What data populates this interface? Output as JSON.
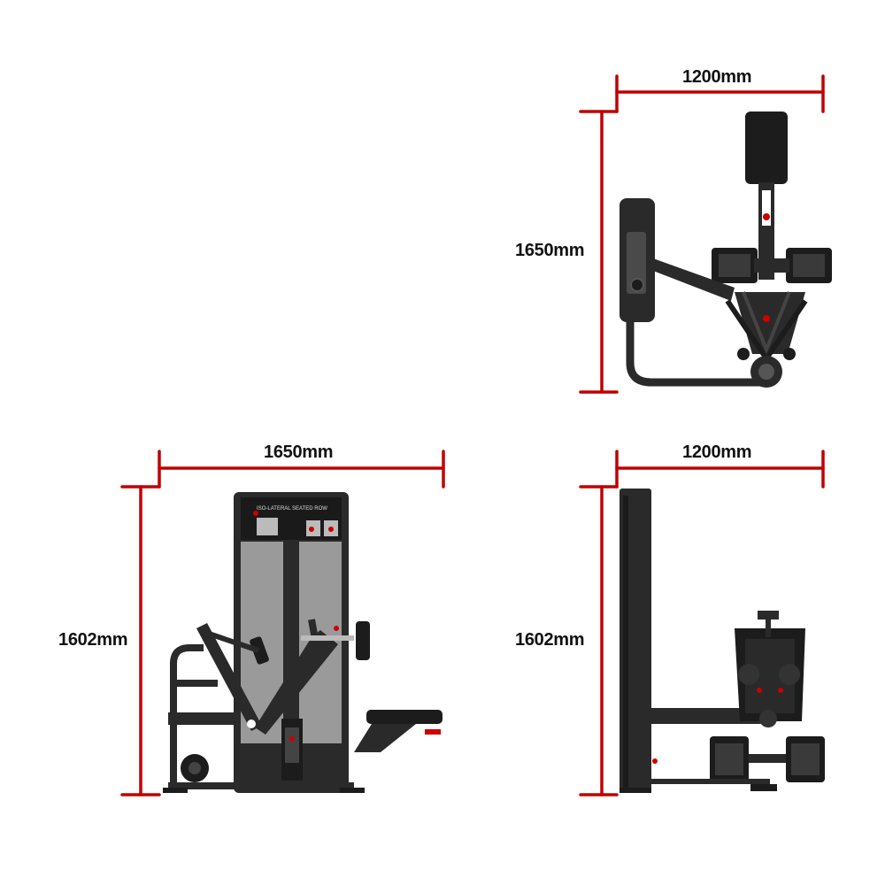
{
  "colors": {
    "dimension_line": "#c00000",
    "frame": "#2a2a2a",
    "panel": "#9a9a9a",
    "pad": "#1c1c1c",
    "accent": "#cc0000"
  },
  "top_view": {
    "width_label": "1200mm",
    "depth_label": "1650mm"
  },
  "front_view": {
    "width_label": "1650mm",
    "height_label": "1602mm",
    "placard_title": "ISO-LATERAL SEATED ROW"
  },
  "side_view": {
    "width_label": "1200mm",
    "height_label": "1602mm"
  }
}
